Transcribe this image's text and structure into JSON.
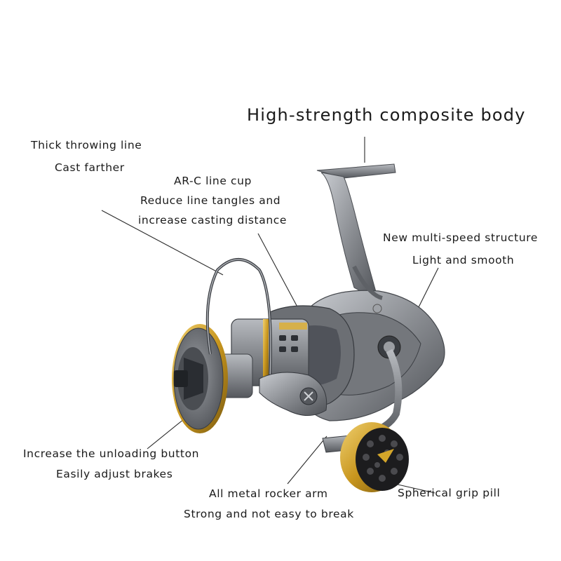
{
  "header": {
    "title": "High-strength composite body"
  },
  "callouts": {
    "thick_line": {
      "line1": "Thick throwing line",
      "line2": "Cast farther"
    },
    "line_cup": {
      "line1": "AR-C line cup",
      "line2": "Reduce line tangles and",
      "line3": "increase casting distance"
    },
    "multi_speed": {
      "line1": "New multi-speed structure",
      "line2": "Light and smooth"
    },
    "unloading": {
      "line1": "Increase the unloading button",
      "line2": "Easily adjust brakes"
    },
    "rocker_arm": {
      "line1": "All metal rocker arm",
      "line2": "Strong and not easy to break"
    },
    "grip": {
      "line1": "Spherical grip pill"
    }
  },
  "colors": {
    "body_gray": "#8a8d92",
    "dark_gray": "#4a4d52",
    "gold_accent": "#d4a62a",
    "knob_black": "#1c1c1e"
  }
}
